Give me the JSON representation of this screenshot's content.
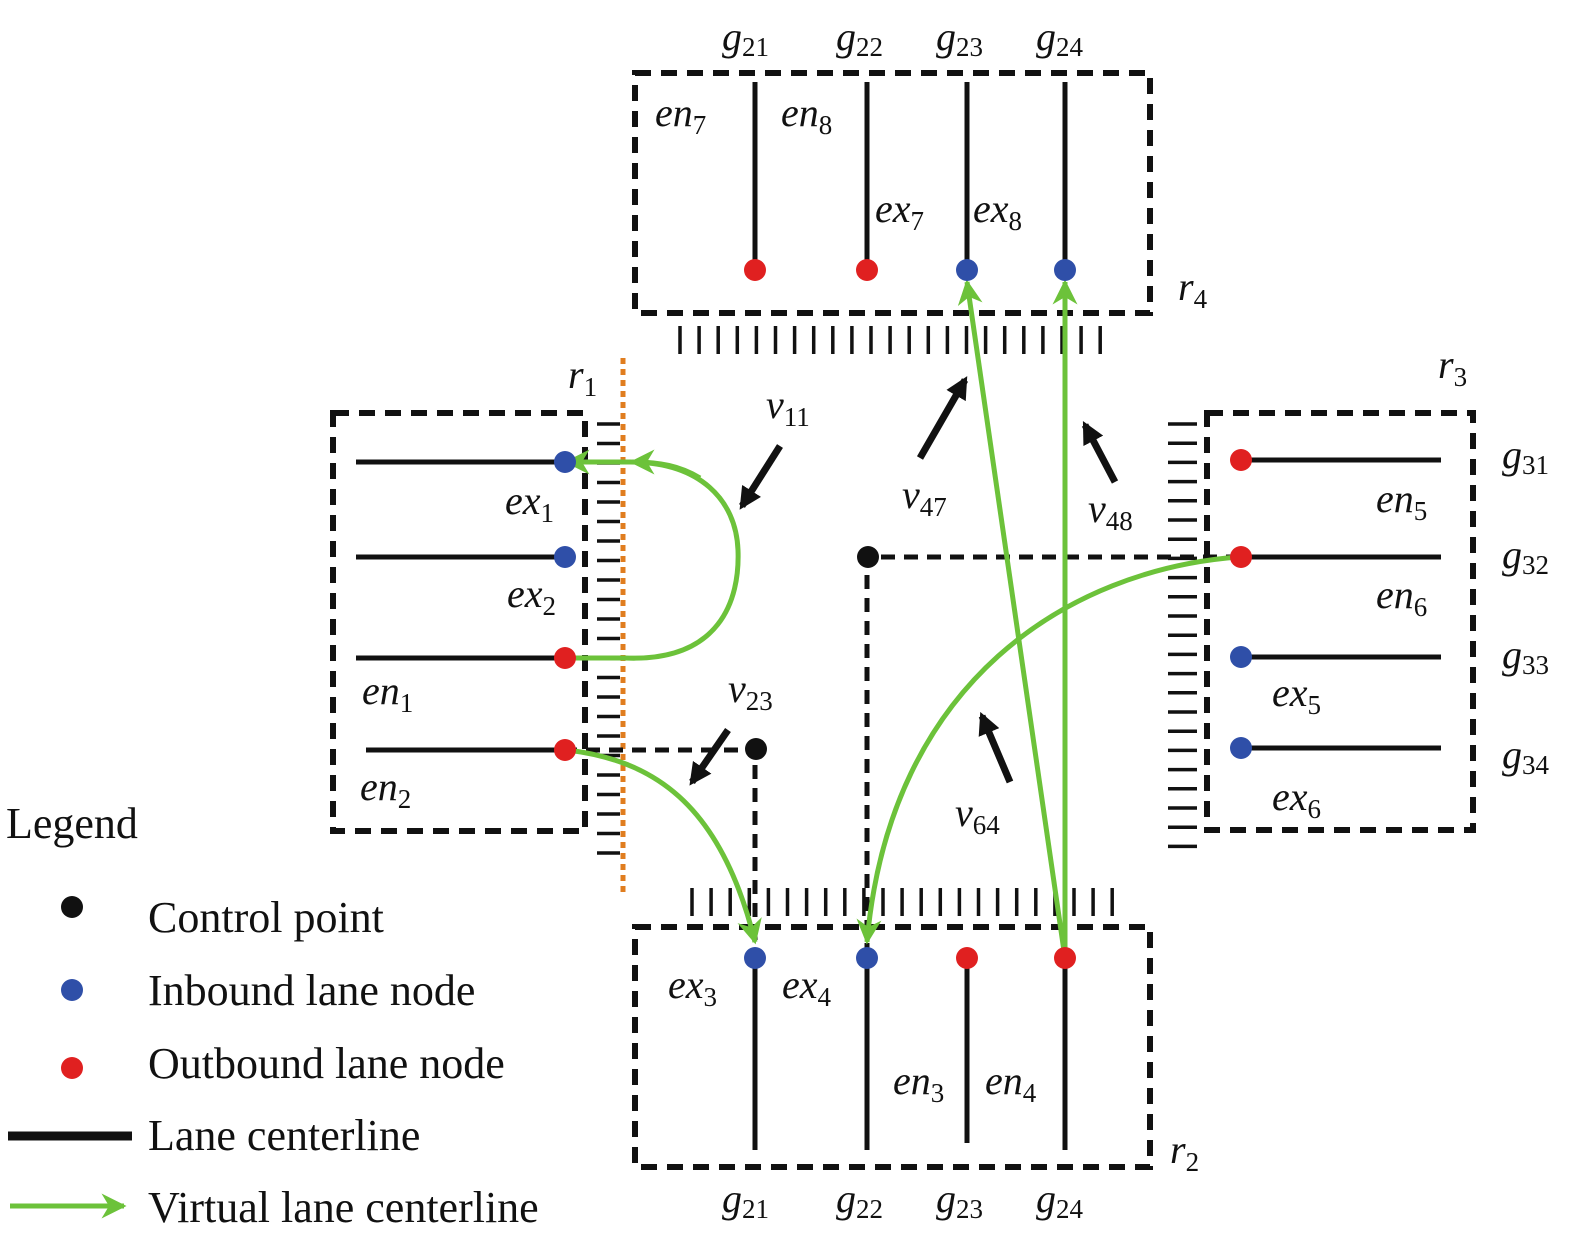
{
  "colors": {
    "inbound": "#2f4fa8",
    "outbound": "#e02020",
    "control": "#111111",
    "virtual_lane": "#6cc23a",
    "stop_line": "#e07d1f"
  },
  "regions": {
    "r1": {
      "base": "r",
      "sub": "1"
    },
    "r2": {
      "base": "r",
      "sub": "2"
    },
    "r3": {
      "base": "r",
      "sub": "3"
    },
    "r4": {
      "base": "r",
      "sub": "4"
    }
  },
  "groups": {
    "top": [
      {
        "base": "g",
        "sub": "21"
      },
      {
        "base": "g",
        "sub": "22"
      },
      {
        "base": "g",
        "sub": "23"
      },
      {
        "base": "g",
        "sub": "24"
      }
    ],
    "bottom": [
      {
        "base": "g",
        "sub": "21"
      },
      {
        "base": "g",
        "sub": "22"
      },
      {
        "base": "g",
        "sub": "23"
      },
      {
        "base": "g",
        "sub": "24"
      }
    ],
    "right": [
      {
        "base": "g",
        "sub": "31"
      },
      {
        "base": "g",
        "sub": "32"
      },
      {
        "base": "g",
        "sub": "33"
      },
      {
        "base": "g",
        "sub": "34"
      }
    ]
  },
  "lanes": {
    "ex1": {
      "base": "ex",
      "sub": "1"
    },
    "ex2": {
      "base": "ex",
      "sub": "2"
    },
    "en1": {
      "base": "en",
      "sub": "1"
    },
    "en2": {
      "base": "en",
      "sub": "2"
    },
    "ex3": {
      "base": "ex",
      "sub": "3"
    },
    "ex4": {
      "base": "ex",
      "sub": "4"
    },
    "en3": {
      "base": "en",
      "sub": "3"
    },
    "en4": {
      "base": "en",
      "sub": "4"
    },
    "en5": {
      "base": "en",
      "sub": "5"
    },
    "en6": {
      "base": "en",
      "sub": "6"
    },
    "ex5": {
      "base": "ex",
      "sub": "5"
    },
    "ex6": {
      "base": "ex",
      "sub": "6"
    },
    "en7": {
      "base": "en",
      "sub": "7"
    },
    "en8": {
      "base": "en",
      "sub": "8"
    },
    "ex7": {
      "base": "ex",
      "sub": "7"
    },
    "ex8": {
      "base": "ex",
      "sub": "8"
    }
  },
  "vehicles": {
    "v11": {
      "base": "v",
      "sub": "11"
    },
    "v23": {
      "base": "v",
      "sub": "23"
    },
    "v47": {
      "base": "v",
      "sub": "47"
    },
    "v48": {
      "base": "v",
      "sub": "48"
    },
    "v64": {
      "base": "v",
      "sub": "64"
    }
  },
  "legend": {
    "title": "Legend",
    "items": [
      {
        "kind": "control-dot",
        "label": "Control point"
      },
      {
        "kind": "inbound-dot",
        "label": "Inbound lane node"
      },
      {
        "kind": "outbound-dot",
        "label": "Outbound lane node"
      },
      {
        "kind": "lane-line",
        "label": "Lane centerline"
      },
      {
        "kind": "virtual-arrow",
        "label": "Virtual lane centerline"
      }
    ]
  }
}
